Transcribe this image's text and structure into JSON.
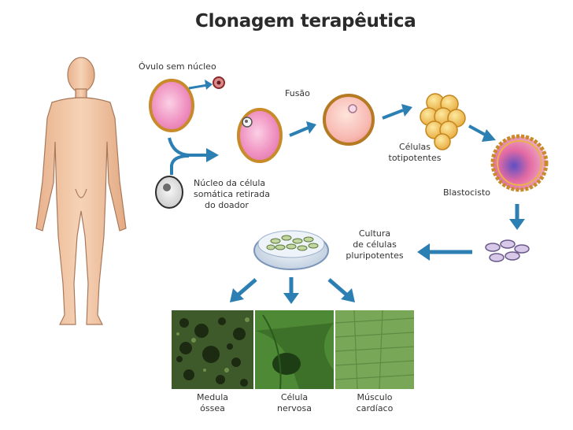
{
  "title": "Clonagem terapêutica",
  "labels": {
    "ovulo": "Óvulo sem núcleo",
    "fusao": "Fusão",
    "nucleo_l1": "Núcleo da célula",
    "nucleo_l2": "somática retirada",
    "nucleo_l3": "do doador",
    "celulas_l1": "Células",
    "celulas_l2": "totipotentes",
    "blastocisto": "Blastocisto",
    "cultura_l1": "Cultura",
    "cultura_l2": "de células",
    "cultura_l3": "pluripotentes",
    "medula_l1": "Medula",
    "medula_l2": "óssea",
    "nervosa_l1": "Célula",
    "nervosa_l2": "nervosa",
    "musculo_l1": "Músculo",
    "musculo_l2": "cardíaco"
  },
  "colors": {
    "arrow": "#2b7fb3",
    "skin": "#f2c9a8",
    "cell_fill": "#f7b8b0",
    "cell_border": "#c98a2a",
    "egg_pink": "#ef8fc0"
  }
}
